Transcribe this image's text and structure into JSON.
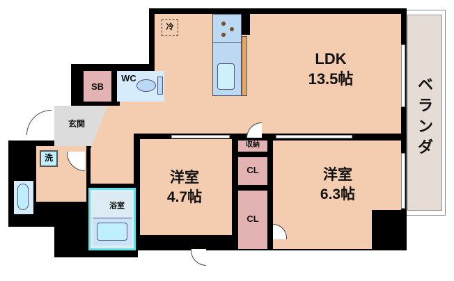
{
  "rooms": {
    "ldk": {
      "name": "LDK",
      "size": "13.5帖"
    },
    "western_a": {
      "name": "洋室",
      "size": "4.7帖"
    },
    "western_b": {
      "name": "洋室",
      "size": "6.3帖"
    },
    "veranda": {
      "chars": [
        "ベ",
        "ラ",
        "ン",
        "ダ"
      ]
    },
    "entrance": {
      "name": "玄関"
    },
    "shoe_box": {
      "name": "SB"
    },
    "toilet": {
      "name": "WC"
    },
    "washer": {
      "name": "洗"
    },
    "bath": {
      "name": "浴室"
    },
    "storage": {
      "name": "収納"
    },
    "closet_1": {
      "name": "CL"
    },
    "closet_2": {
      "name": "CL"
    },
    "fridge": {
      "name": "冷"
    }
  },
  "colors": {
    "floor": "#f4cdb0",
    "closet": "#e3b3b3",
    "wet_area": "#d6ecfb",
    "entrance": "#dcdcdc",
    "veranda": "#e6dcd6",
    "bath_border": "#5fe3e8",
    "wall": "#000000"
  }
}
